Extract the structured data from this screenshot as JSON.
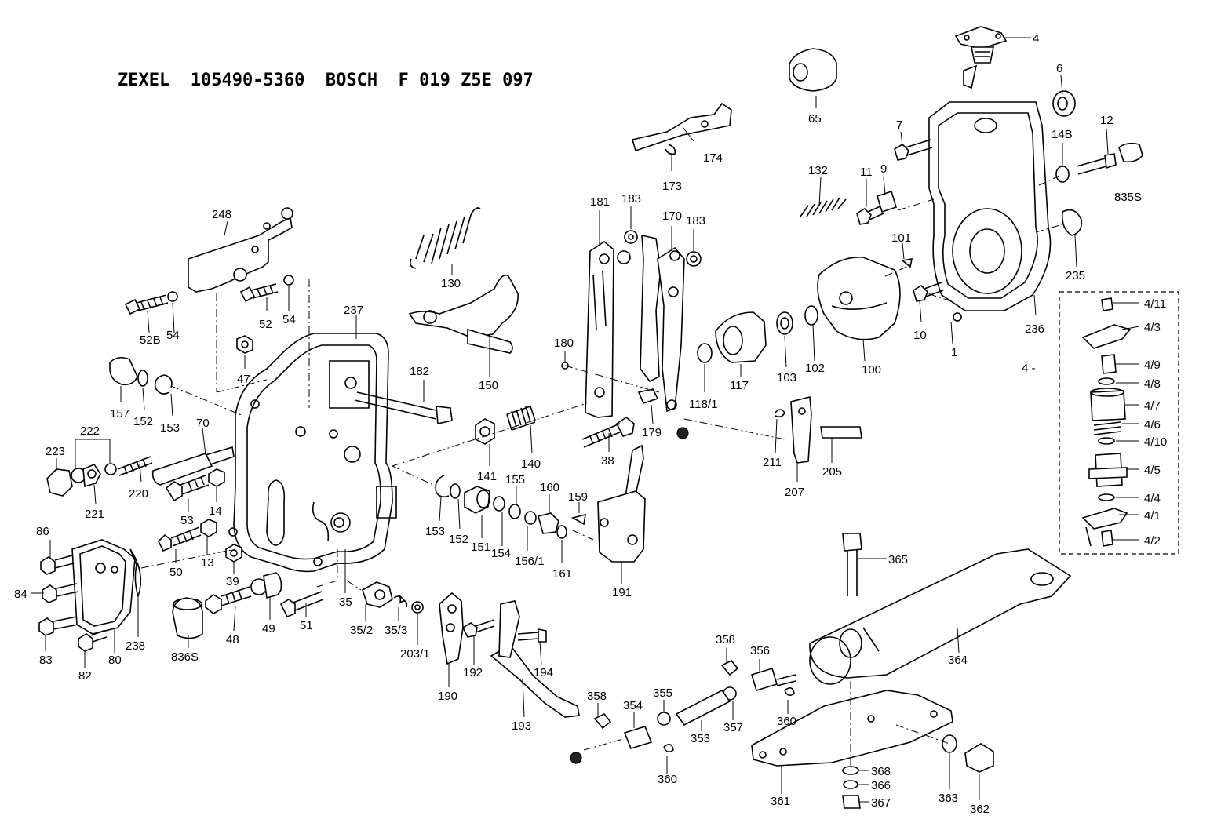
{
  "title": "ZEXEL  105490-5360  BOSCH  F 019 Z5E 097",
  "labels": {
    "l4": "4",
    "l6": "6",
    "l7": "7",
    "l9": "9",
    "l11": "11",
    "l12": "12",
    "l14B": "14B",
    "l835S": "835S",
    "l65": "65",
    "l132": "132",
    "l101": "101",
    "l235": "235",
    "l236": "236",
    "l10": "10",
    "l1": "1",
    "l174": "174",
    "l173": "173",
    "l181": "181",
    "l183a": "183",
    "l170": "170",
    "l183b": "183",
    "l130": "130",
    "l150": "150",
    "l180": "180",
    "l179": "179",
    "l38": "38",
    "l118_1": "118/1",
    "l117": "117",
    "l103": "103",
    "l102": "102",
    "l100": "100",
    "l211": "211",
    "l207": "207",
    "l205": "205",
    "l248": "248",
    "l52B": "52B",
    "l54a": "54",
    "l52": "52",
    "l54b": "54",
    "l237": "237",
    "l47": "47",
    "l182": "182",
    "l157": "157",
    "l152a": "152",
    "l153a": "153",
    "l70": "70",
    "l222": "222",
    "l223": "223",
    "l221": "221",
    "l220": "220",
    "l53": "53",
    "l14": "14",
    "l141": "141",
    "l140": "140",
    "l153b": "153",
    "l152b": "152",
    "l151": "151",
    "l154": "154",
    "l155": "155",
    "l156_1": "156/1",
    "l160": "160",
    "l161": "161",
    "l159": "159",
    "l191": "191",
    "l86": "86",
    "l84": "84",
    "l83": "83",
    "l82": "82",
    "l80": "80",
    "l238": "238",
    "l836S": "836S",
    "l50": "50",
    "l13": "13",
    "l39": "39",
    "l48": "48",
    "l49": "49",
    "l51": "51",
    "l35": "35",
    "l35_2": "35/2",
    "l35_3": "35/3",
    "l203_1": "203/1",
    "l190": "190",
    "l192": "192",
    "l194": "194",
    "l193": "193",
    "l365": "365",
    "l364": "364",
    "l358a": "358",
    "l356": "356",
    "l358b": "358",
    "l354": "354",
    "l355": "355",
    "l353": "353",
    "l357": "357",
    "l360a": "360",
    "l360b": "360",
    "l361": "361",
    "l368": "368",
    "l366": "366",
    "l367": "367",
    "l363": "363",
    "l362": "362",
    "l4_11": "4/11",
    "l4_3": "4/3",
    "l4dash": "4 -",
    "l4_9": "4/9",
    "l4_8": "4/8",
    "l4_7": "4/7",
    "l4_6": "4/6",
    "l4_10": "4/10",
    "l4_5": "4/5",
    "l4_4": "4/4",
    "l4_1": "4/1",
    "l4_2": "4/2"
  }
}
